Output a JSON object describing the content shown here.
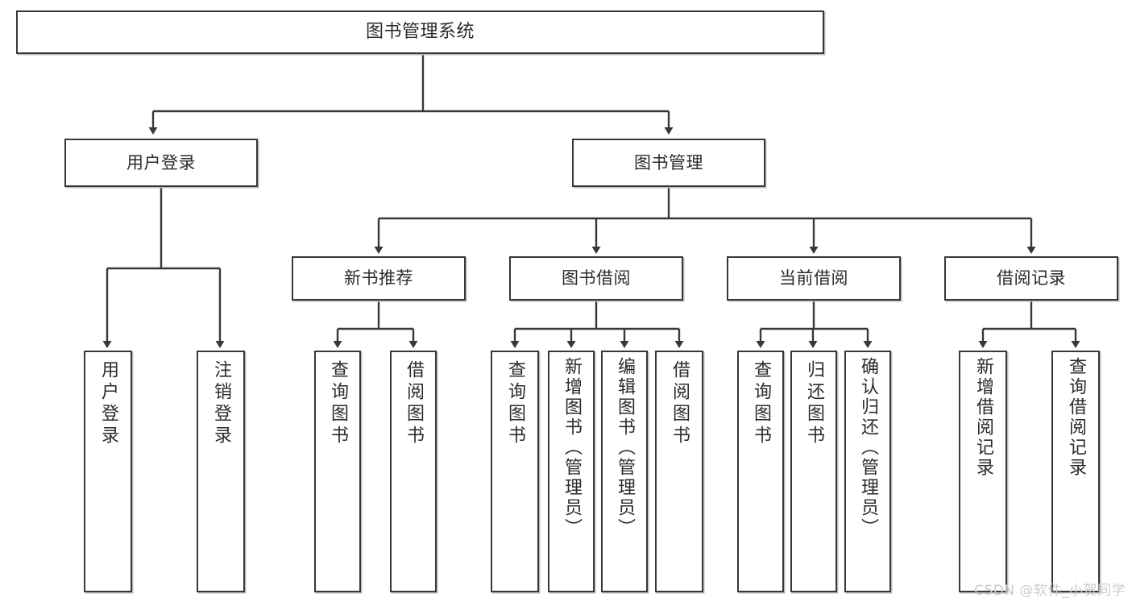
{
  "diagram": {
    "title": "图书管理系统",
    "type": "tree-hierarchy-diagram",
    "watermark": "CSDN @软件_小贺同学",
    "accent_color": "#35383c",
    "background_color": "#ffffff",
    "line_color": "#35383c"
  },
  "root": {
    "label": "图书管理系统"
  },
  "level2": {
    "user_login": {
      "label": "用户登录"
    },
    "book_manage": {
      "label": "图书管理"
    }
  },
  "level3": {
    "new_book_recommend": {
      "label": "新书推荐"
    },
    "book_borrow": {
      "label": "图书借阅"
    },
    "current_borrow": {
      "label": "当前借阅"
    },
    "borrow_record": {
      "label": "借阅记录"
    }
  },
  "leaves": {
    "user_login": [
      {
        "label": "用户登录"
      },
      {
        "label": "注销登录"
      }
    ],
    "new_book_recommend": [
      {
        "label": "查询图书"
      },
      {
        "label": "借阅图书"
      }
    ],
    "book_borrow": [
      {
        "label": "查询图书"
      },
      {
        "label": "新增图书（管理员）"
      },
      {
        "label": "编辑图书（管理员）"
      },
      {
        "label": "借阅图书"
      }
    ],
    "current_borrow": [
      {
        "label": "查询图书"
      },
      {
        "label": "归还图书"
      },
      {
        "label": "确认归还（管理员）"
      }
    ],
    "borrow_record": [
      {
        "label": "新增借阅记录"
      },
      {
        "label": "查询借阅记录"
      }
    ]
  }
}
